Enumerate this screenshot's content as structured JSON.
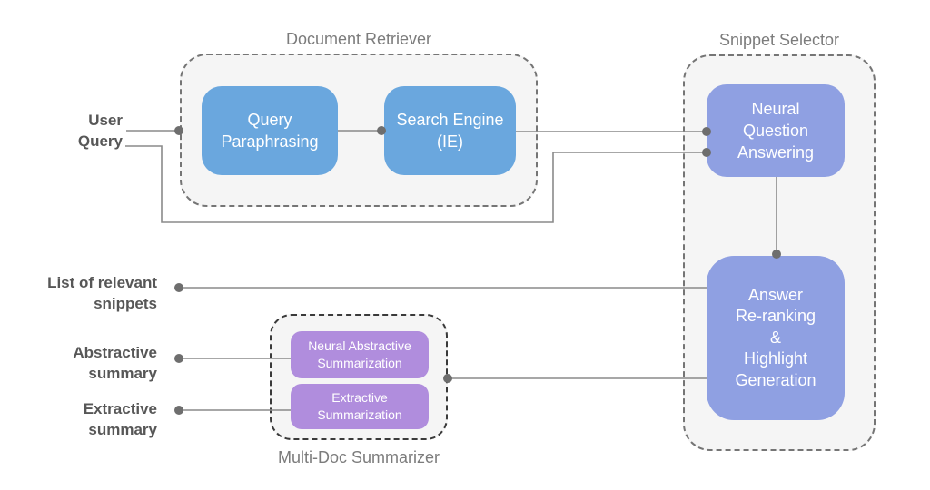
{
  "colors": {
    "blue": "#6aa7de",
    "periwinkle": "#8fa0e2",
    "purple": "#b08ddd",
    "line": "#8a8a8a",
    "dot": "#6e6e6e",
    "group_fill": "#f5f5f5",
    "group_border": "#757575",
    "multidoc_border": "#3a3a3a",
    "io_text": "#575757",
    "group_label": "#7c7c7c"
  },
  "groups": {
    "document_retriever": "Document Retriever",
    "snippet_selector": "Snippet Selector",
    "multi_doc_summarizer": "Multi-Doc Summarizer"
  },
  "nodes": {
    "query_paraphrasing": {
      "line1": "Query",
      "line2": "Paraphrasing"
    },
    "search_engine": {
      "line1": "Search Engine",
      "line2": "(IE)"
    },
    "neural_question_answering": {
      "line1": "Neural",
      "line2": "Question",
      "line3": "Answering"
    },
    "answer_reranking": {
      "line1": "Answer",
      "line2": "Re-ranking",
      "line3": "&",
      "line4": "Highlight",
      "line5": "Generation"
    },
    "neural_abstractive_summarization": {
      "line1": "Neural Abstractive",
      "line2": "Summarization"
    },
    "extractive_summarization": {
      "line1": "Extractive",
      "line2": "Summarization"
    }
  },
  "io_labels": {
    "user_query": {
      "line1": "User",
      "line2": "Query"
    },
    "list_of_relevant_snippets": {
      "line1": "List of relevant",
      "line2": "snippets"
    },
    "abstractive_summary": {
      "line1": "Abstractive",
      "line2": "summary"
    },
    "extractive_summary": {
      "line1": "Extractive",
      "line2": "summary"
    }
  },
  "connections": [
    {
      "from": "User Query",
      "to": "Query Paraphrasing"
    },
    {
      "from": "User Query",
      "to": "Neural Question Answering"
    },
    {
      "from": "Query Paraphrasing",
      "to": "Search Engine (IE)"
    },
    {
      "from": "Search Engine (IE)",
      "to": "Neural Question Answering"
    },
    {
      "from": "Neural Question Answering",
      "to": "Answer Re-ranking & Highlight Generation"
    },
    {
      "from": "List of relevant snippets",
      "to": "Answer Re-ranking & Highlight Generation"
    },
    {
      "from": "Abstractive summary",
      "to": "Neural Abstractive Summarization"
    },
    {
      "from": "Extractive summary",
      "to": "Extractive Summarization"
    },
    {
      "from": "Multi-Doc Summarizer",
      "to": "Answer Re-ranking & Highlight Generation"
    }
  ]
}
